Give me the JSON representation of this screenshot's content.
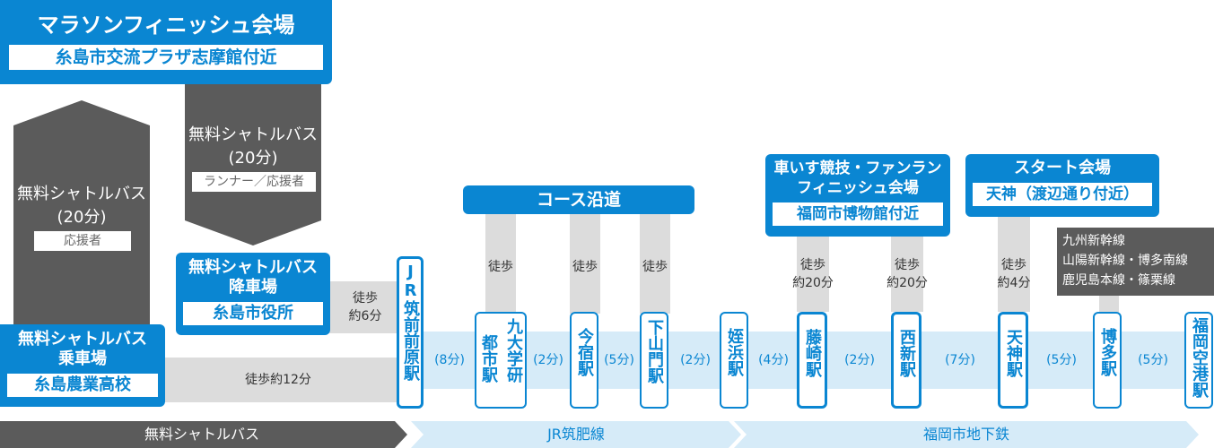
{
  "finish_venue": {
    "title": "マラソンフィニッシュ会場",
    "place": "糸島市交流プラザ志摩館付近"
  },
  "shuttle_supporters": {
    "label": "無料シャトルバス",
    "time": "(20分)",
    "tag": "応援者"
  },
  "shuttle_runners": {
    "label": "無料シャトルバス",
    "time": "(20分)",
    "tag": "ランナー／応援者"
  },
  "dropoff": {
    "title_line1": "無料シャトルバス",
    "title_line2": "降車場",
    "place": "糸島市役所"
  },
  "boarding": {
    "title_line1": "無料シャトルバス",
    "title_line2": "乗車場",
    "place": "糸島農業高校"
  },
  "walk_to_boarding": "徒歩約12分",
  "walk_to_jr": {
    "line1": "徒歩",
    "line2": "約6分"
  },
  "course_roadside": "コース沿道",
  "wheelchair_venue": {
    "title_line1": "車いす競技・ファンラン",
    "title_line2": "フィニッシュ会場",
    "place": "福岡市博物館付近"
  },
  "start_venue": {
    "title": "スタート会場",
    "place": "天神（渡辺通り付近）"
  },
  "walks": {
    "kyudai": "徒歩",
    "imajuku": "徒歩",
    "shimoyamato": "徒歩",
    "fujisaki_line1": "徒歩",
    "fujisaki_line2": "約20分",
    "nishijin_line1": "徒歩",
    "nishijin_line2": "約20分",
    "tenjin_line1": "徒歩",
    "tenjin_line2": "約4分"
  },
  "hakata_lines": {
    "line1": "九州新幹線",
    "line2": "山陽新幹線・博多南線",
    "line3": "鹿児島本線・篠栗線"
  },
  "stations": {
    "maebaru": "JR筑前前原駅",
    "kyudai_col1": "九大学研",
    "kyudai_col2": "都市駅",
    "imajuku": "今宿駅",
    "shimoyamato": "下山門駅",
    "meinohama": "姪浜駅",
    "fujisaki": "藤崎駅",
    "nishijin": "西新駅",
    "tenjin": "天神駅",
    "hakata": "博多駅",
    "airport": "福岡空港駅"
  },
  "times": {
    "t1": "(8分)",
    "t2": "(2分)",
    "t3": "(5分)",
    "t4": "(2分)",
    "t5": "(4分)",
    "t6": "(2分)",
    "t7": "(7分)",
    "t8": "(5分)",
    "t9": "(5分)"
  },
  "lines": {
    "shuttle": "無料シャトルバス",
    "jr": "JR筑肥線",
    "subway": "福岡市地下鉄"
  },
  "colors": {
    "blue": "#0a86d2",
    "dark_gray": "#5b5b5b",
    "light_blue": "#d6ebf8",
    "light_gray": "#dcdcdc"
  }
}
